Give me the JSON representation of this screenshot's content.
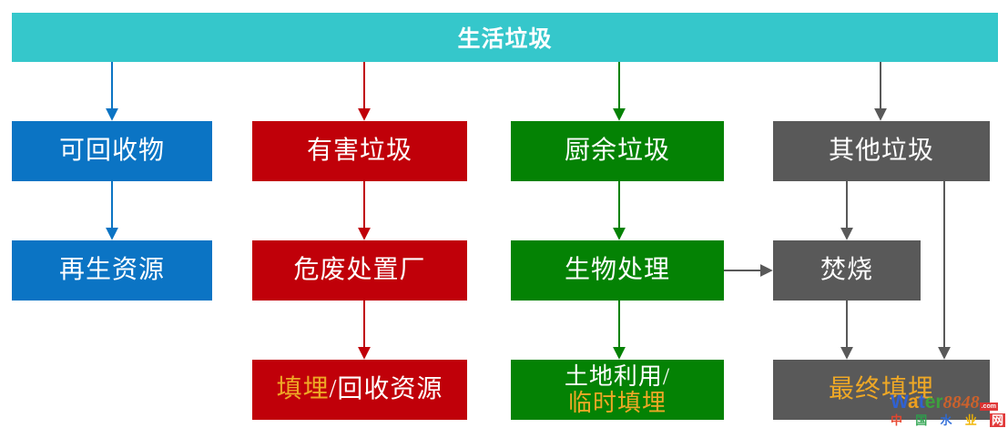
{
  "palette": {
    "banner_teal": "#35C7CB",
    "recyclable_blue": "#0B74C4",
    "hazardous_red": "#C00009",
    "kitchen_green": "#048204",
    "other_gray": "#595959",
    "highlight_gold": "#EEA826",
    "text_white": "#FFFFFF"
  },
  "flow": {
    "banner": "生活垃圾",
    "recyclable": {
      "category": "可回收物",
      "stage1": "再生资源"
    },
    "hazardous": {
      "category": "有害垃圾",
      "stage1": "危废处置厂",
      "stage2_gold": "填埋",
      "stage2_rest": "/回收资源"
    },
    "kitchen": {
      "category": "厨余垃圾",
      "stage1": "生物处理",
      "stage2_line1": "土地利用/",
      "stage2_line2": "临时填埋"
    },
    "other": {
      "category": "其他垃圾",
      "stage1": "焚烧",
      "stage2": "最终填埋"
    }
  },
  "watermark": {
    "w": "W",
    "a": "a",
    "t": "t",
    "e": "e",
    "r": "r",
    "num": "8848",
    "dotcom": ".com",
    "cn1": "中",
    "cn2": "国",
    "cn3": "水",
    "cn4": "业",
    "cn5": "网"
  }
}
